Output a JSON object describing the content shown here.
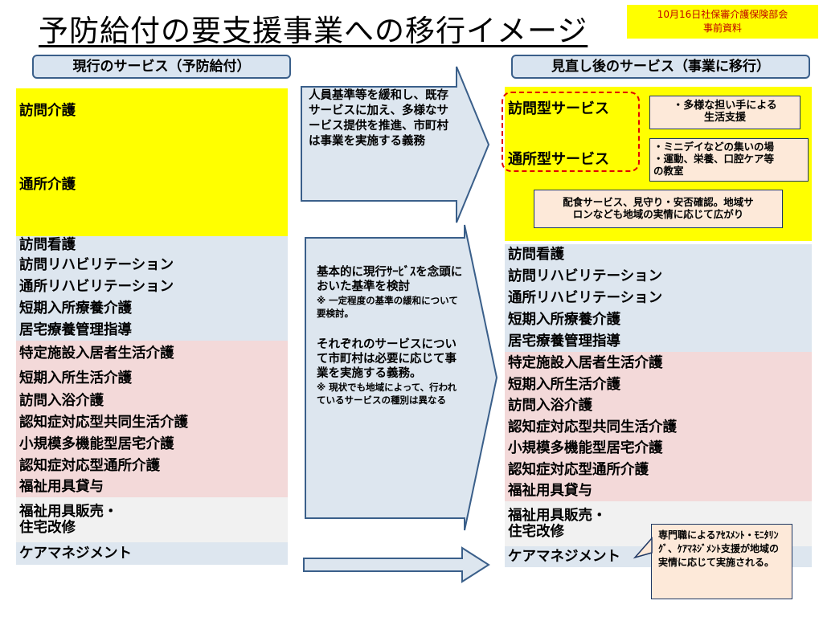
{
  "title": "予防給付の要支援事業への移行イメージ",
  "note": [
    "10月16日社保審介護保険部会",
    "事前資料"
  ],
  "left_header": "現行のサービス（予防給付）",
  "right_header": "見直し後のサービス（事業に移行）",
  "left_items": [
    {
      "label": "訪問介護",
      "color": "#ffff00"
    },
    {
      "label": "通所介護",
      "color": "#ffff00"
    },
    {
      "label": "訪問看護",
      "color": "#dde6ef"
    },
    {
      "label": "訪問リハビリテーション",
      "color": "#dde6ef"
    },
    {
      "label": "通所リハビリテーション",
      "color": "#dde6ef"
    },
    {
      "label": "短期入所療養介護",
      "color": "#dde6ef"
    },
    {
      "label": "居宅療養管理指導",
      "color": "#dde6ef"
    },
    {
      "label": "特定施設入居者生活介護",
      "color": "#f3d9d9"
    },
    {
      "label": "短期入所生活介護",
      "color": "#f3d9d9"
    },
    {
      "label": "訪問入浴介護",
      "color": "#f3d9d9"
    },
    {
      "label": "認知症対応型共同生活介護",
      "color": "#f3d9d9"
    },
    {
      "label": "小規模多機能型居宅介護",
      "color": "#f3d9d9"
    },
    {
      "label": "認知症対応型通所介護",
      "color": "#f3d9d9"
    },
    {
      "label": "福祉用具貸与",
      "color": "#f3d9d9"
    },
    {
      "label": "福祉用具販売・\n住宅改修",
      "color": "#f1f1f1"
    },
    {
      "label": "ケアマネジメント",
      "color": "#dde6ef"
    }
  ],
  "right_items": [
    {
      "label": "訪問看護",
      "color": "#dde6ef"
    },
    {
      "label": "訪問リハビリテーション",
      "color": "#dde6ef"
    },
    {
      "label": "通所リハビリテーション",
      "color": "#dde6ef"
    },
    {
      "label": "短期入所療養介護",
      "color": "#dde6ef"
    },
    {
      "label": "居宅療養管理指導",
      "color": "#dde6ef"
    },
    {
      "label": "特定施設入居者生活介護",
      "color": "#f3d9d9"
    },
    {
      "label": "短期入所生活介護",
      "color": "#f3d9d9"
    },
    {
      "label": "訪問入浴介護",
      "color": "#f3d9d9"
    },
    {
      "label": "認知症対応型共同生活介護",
      "color": "#f3d9d9"
    },
    {
      "label": "小規模多機能型居宅介護",
      "color": "#f3d9d9"
    },
    {
      "label": "認知症対応型通所介護",
      "color": "#f3d9d9"
    },
    {
      "label": "福祉用具貸与",
      "color": "#f3d9d9"
    },
    {
      "label": "福祉用具販売・\n住宅改修",
      "color": "#f1f1f1"
    },
    {
      "label": "ケアマネジメント",
      "color": "#dde6ef"
    }
  ],
  "right_top": {
    "visit_service": "訪問型サービス",
    "day_service": "通所型サービス",
    "callout_visit": "・多様な担い手による\n生活支援",
    "callout_day": "・ミニデイなどの集いの場\n・運動、栄養、口腔ケア等\nの教室",
    "callout_meal": "配食サービス、見守り・安否確認。地域サ\nロンなども地域の実情に応じて広がり"
  },
  "arrow_top_text": "人員基準等を緩和し、既存サービスに加え、多様なサービス提供を推進、市町村は事業を実施する義務",
  "arrow_mid_text": {
    "p1": "基本的に現行ｻｰﾋﾞｽを念頭においた基準を検討",
    "p1_note": "※ 一定程度の基準の緩和について要検討。",
    "p2": "それぞれのサービスについて市町村は必要に応じて事業を実施する義務。",
    "p2_note": "※ 現状でも地域によって、行われているサービスの種別は異なる"
  },
  "callout_care": "専門職によるｱｾｽﾒﾝﾄ・ﾓﾆﾀﾘﾝｸﾞ、ｹｱﾏﾈｼﾞﾒﾝﾄ支援が地域の実情に応じて実施される。"
}
